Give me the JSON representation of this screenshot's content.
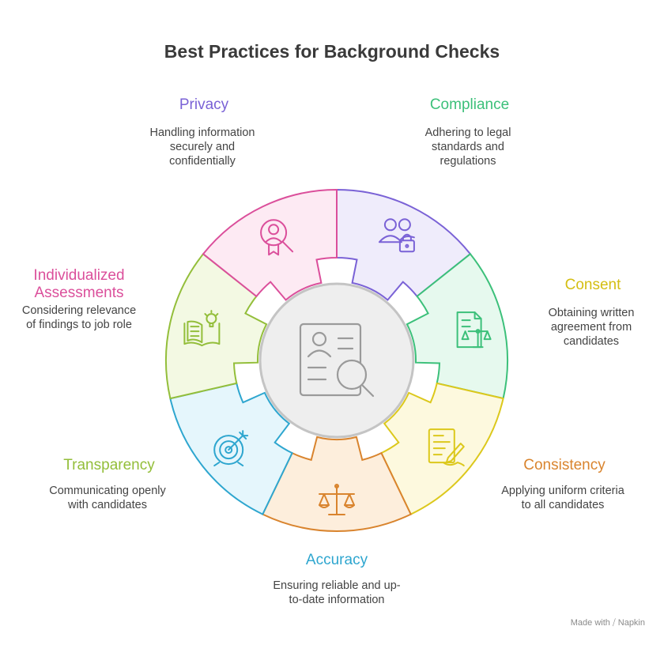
{
  "title": "Best Practices for Background Checks",
  "segments": [
    {
      "key": "privacy",
      "title": "Privacy",
      "desc": [
        "Handling information",
        "securely and",
        "confidentially"
      ],
      "color": "#7a62d6",
      "fill": "#efecfb",
      "icon": "user-lock-icon"
    },
    {
      "key": "compliance",
      "title": "Compliance",
      "desc": [
        "Adhering to legal",
        "standards and",
        "regulations"
      ],
      "color": "#3cc07a",
      "fill": "#e6f9ee",
      "icon": "document-scale-icon"
    },
    {
      "key": "consent",
      "title": "Consent",
      "desc": [
        "Obtaining written",
        "agreement from",
        "candidates"
      ],
      "color": "#dcc81c",
      "fill": "#fdf9de",
      "icon": "signed-document-icon"
    },
    {
      "key": "consistency",
      "title": "Consistency",
      "desc": [
        "Applying uniform criteria",
        "to all candidates"
      ],
      "color": "#d9842e",
      "fill": "#fdeedc",
      "icon": "balance-scale-icon"
    },
    {
      "key": "accuracy",
      "title": "Accuracy",
      "desc": [
        "Ensuring reliable and up-",
        "to-date information"
      ],
      "color": "#2ea6cf",
      "fill": "#e5f6fc",
      "icon": "target-icon"
    },
    {
      "key": "transparency",
      "title": "Transparency",
      "desc": [
        "Communicating openly",
        "with candidates"
      ],
      "color": "#93be3a",
      "fill": "#f3f9e3",
      "icon": "open-book-bulb-icon"
    },
    {
      "key": "individualized",
      "title": "Individualized\nAssessments",
      "desc": [
        "Considering relevance",
        "of findings to job role"
      ],
      "color": "#db4f9b",
      "fill": "#fdeaf3",
      "icon": "profile-search-icon"
    }
  ],
  "center_icon": "background-check-icon",
  "footer": "Made with ⧸ Napkin"
}
